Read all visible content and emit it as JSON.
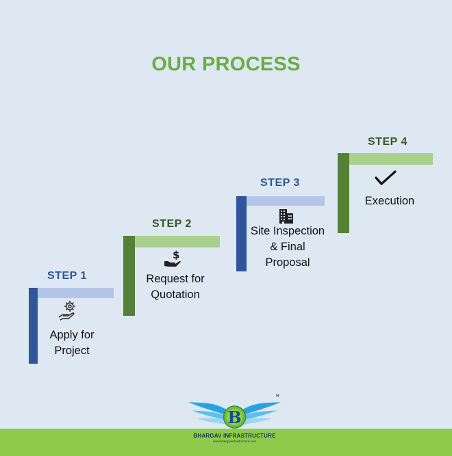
{
  "title": "OUR PROCESS",
  "steps": [
    {
      "label": "STEP 1",
      "desc_lines": [
        "Apply for",
        "Project"
      ],
      "icon": "hand-gear-icon",
      "color": "#2f559a"
    },
    {
      "label": "STEP 2",
      "desc_lines": [
        "Request for",
        "Quotation"
      ],
      "icon": "hand-dollar-icon",
      "color": "#538135"
    },
    {
      "label": "STEP 3",
      "desc_lines": [
        "Site Inspection",
        "& Final",
        "Proposal"
      ],
      "icon": "building-icon",
      "color": "#2f559a"
    },
    {
      "label": "STEP 4",
      "desc_lines": [
        "Execution"
      ],
      "icon": "checkmark-icon",
      "color": "#538135"
    }
  ],
  "logo": {
    "name": "BHARGAV INFRASTRUCTURE",
    "url": "www.bhargavinfrastructure.com",
    "mark": "R",
    "letter": "B"
  },
  "colors": {
    "background": "#dde8f3",
    "title": "#6aac45",
    "ground": "#8fcb4b"
  }
}
